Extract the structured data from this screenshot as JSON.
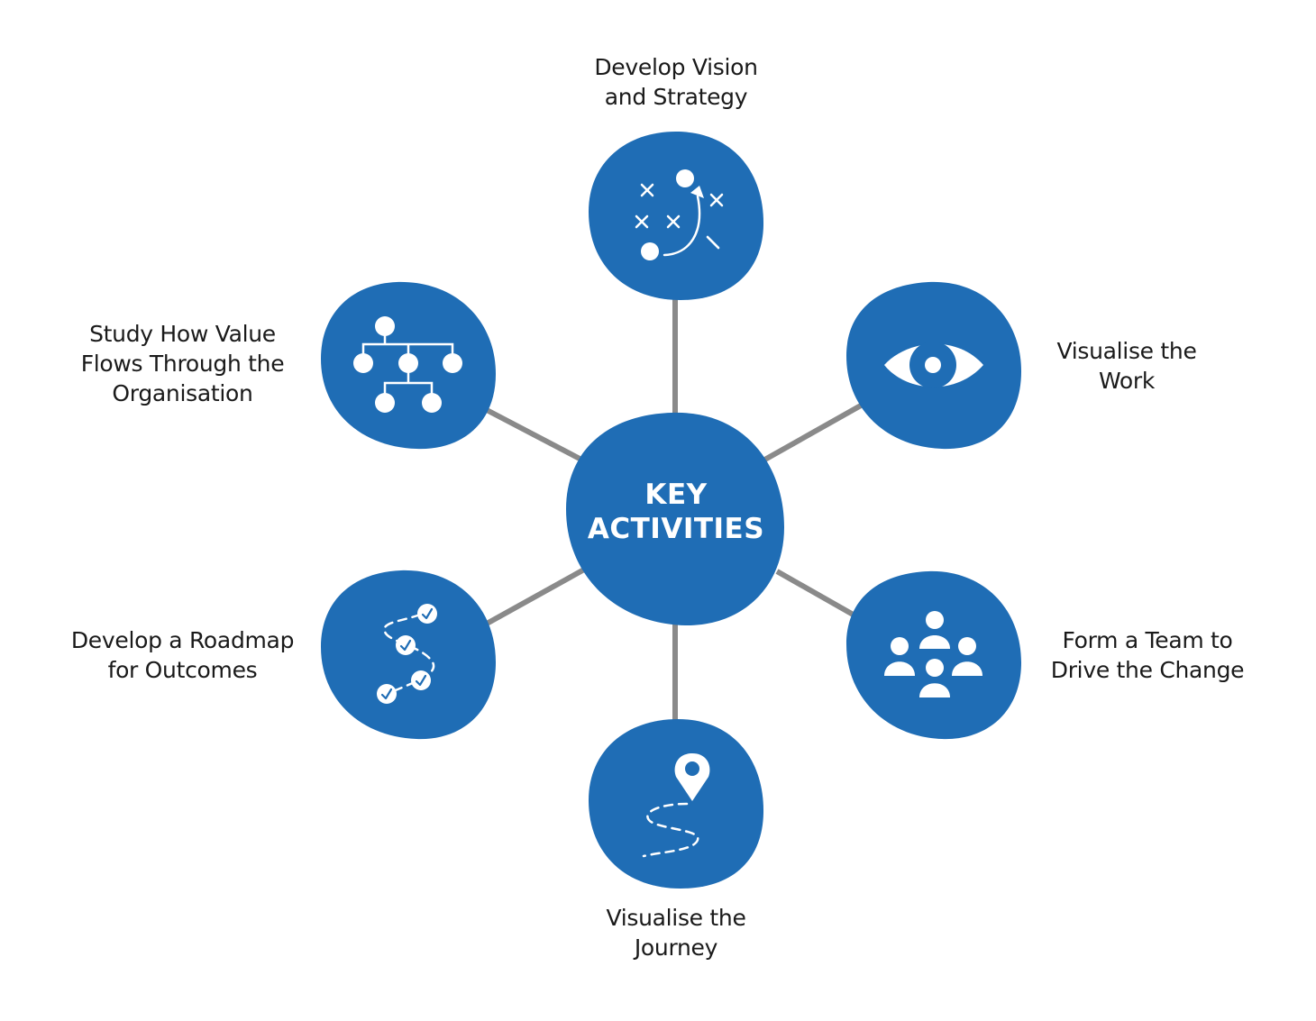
{
  "colors": {
    "node_fill": "#1f6db5",
    "connector": "#8a8a8a",
    "icon": "#ffffff",
    "label_text": "#1a1a1a",
    "background": "#ffffff"
  },
  "center": {
    "lines": [
      "KEY",
      "ACTIVITIES"
    ]
  },
  "nodes": [
    {
      "id": "vision",
      "label_lines": [
        "Develop Vision",
        "and Strategy"
      ],
      "icon": "strategy-play-icon"
    },
    {
      "id": "visualise-work",
      "label_lines": [
        "Visualise the",
        "Work"
      ],
      "icon": "eye-icon"
    },
    {
      "id": "team",
      "label_lines": [
        "Form a Team to",
        "Drive the Change"
      ],
      "icon": "team-people-icon"
    },
    {
      "id": "journey",
      "label_lines": [
        "Visualise the",
        "Journey"
      ],
      "icon": "map-pin-path-icon"
    },
    {
      "id": "roadmap",
      "label_lines": [
        "Develop a Roadmap",
        "for Outcomes"
      ],
      "icon": "roadmap-checkpoints-icon"
    },
    {
      "id": "value-flow",
      "label_lines": [
        "Study How Value",
        "Flows Through the",
        "Organisation"
      ],
      "icon": "org-chart-icon"
    }
  ]
}
